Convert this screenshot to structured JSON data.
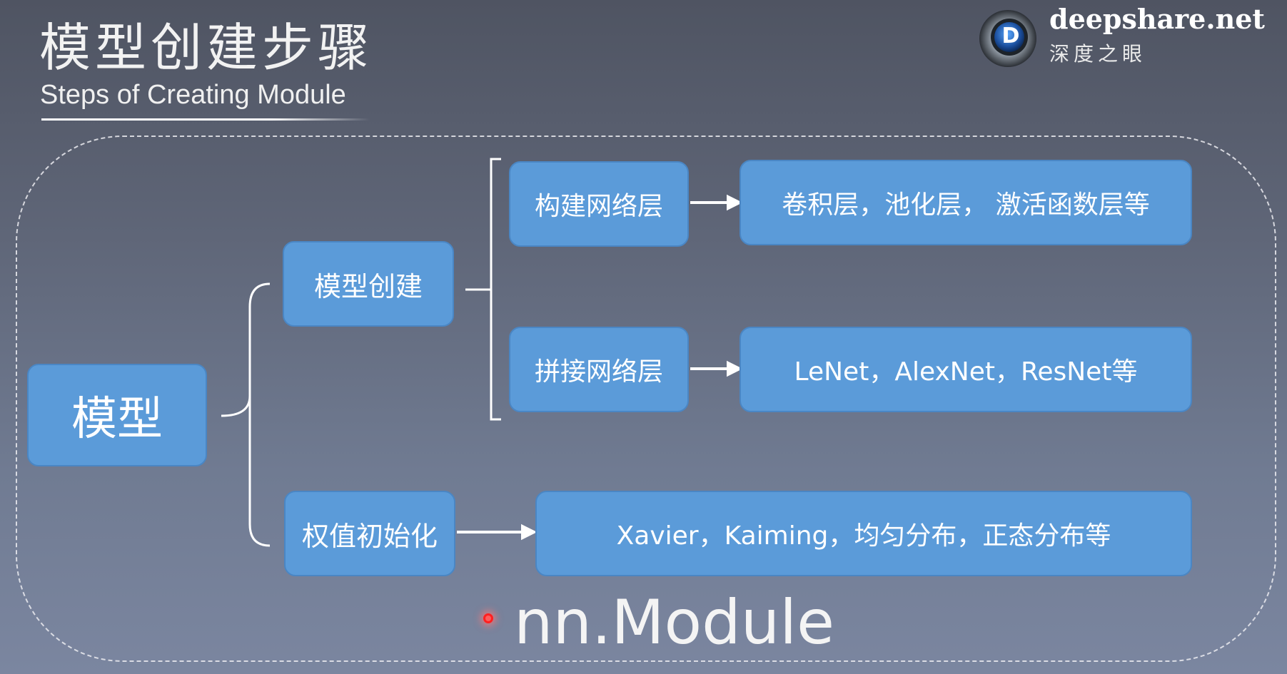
{
  "header": {
    "title": "模型创建步骤",
    "subtitle": "Steps of Creating Module"
  },
  "logo": {
    "name": "deepshare.net",
    "cn": "深度之眼",
    "letter": "D"
  },
  "diagram": {
    "root": "模型",
    "create": "模型创建",
    "build_layers": "构建网络层",
    "build_layers_desc": "卷积层，池化层， 激活函数层等",
    "concat_layers": "拼接网络层",
    "concat_layers_desc": "LeNet，AlexNet，ResNet等",
    "init_weights": "权值初始化",
    "init_weights_desc": "Xavier，Kaiming，均匀分布，正态分布等"
  },
  "footer": {
    "module": "nn.Module"
  },
  "colors": {
    "box_fill": "#5b9bd9",
    "box_border": "#4a86c4",
    "line": "#ffffff",
    "pointer": "#ff2020"
  }
}
